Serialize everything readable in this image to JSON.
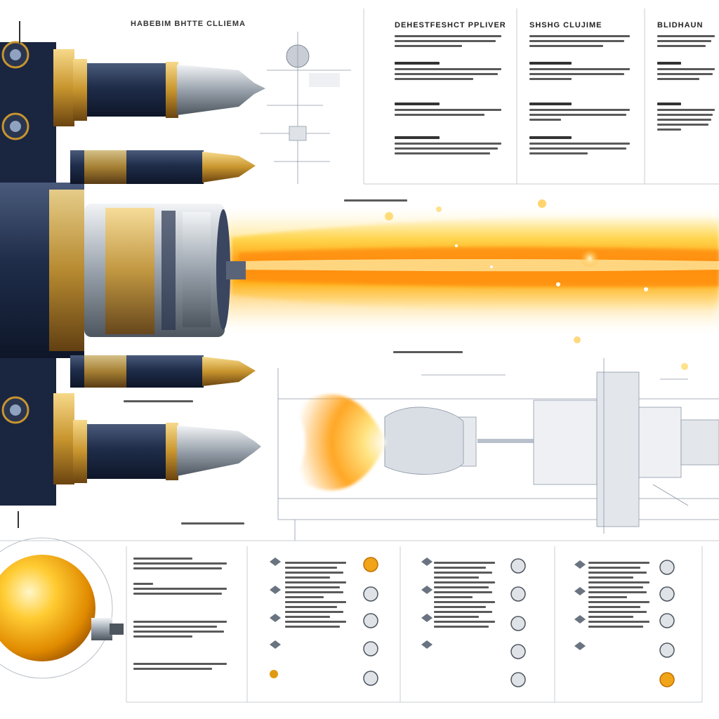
{
  "header": {
    "title": "HABEBIM BHTTE CLLIEMA"
  },
  "columns": [
    {
      "title": "DEHESTFESHCT PPLIVER"
    },
    {
      "title": "SHSHG CLUJIME"
    },
    {
      "title": "BLIDHAUN"
    }
  ],
  "colors": {
    "engine_navy": "#1f2d4a",
    "engine_gold": "#c8952e",
    "engine_silver": "#b9c0c8",
    "plume_core": "#ffb21c",
    "plume_hot": "#ff7a00",
    "plume_glow": "#ffe27a",
    "blueprint": "#8d98a8",
    "text_dark": "#333333"
  },
  "icons": [
    "engine-cluster-icon",
    "exhaust-plume-icon",
    "wireframe-engine-icon",
    "fuel-sphere-icon",
    "bullet-icon"
  ]
}
